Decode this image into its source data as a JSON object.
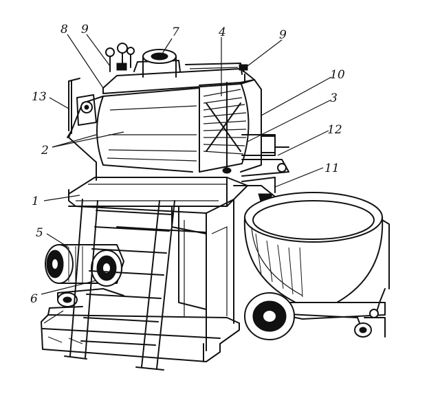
{
  "labels": [
    {
      "id": "1",
      "text": "1"
    },
    {
      "id": "2",
      "text": "2"
    },
    {
      "id": "3",
      "text": "3"
    },
    {
      "id": "4",
      "text": "4"
    },
    {
      "id": "5",
      "text": "5"
    },
    {
      "id": "6",
      "text": "6"
    },
    {
      "id": "7",
      "text": "7"
    },
    {
      "id": "8",
      "text": "8"
    },
    {
      "id": "9a",
      "text": "9"
    },
    {
      "id": "9b",
      "text": "9"
    },
    {
      "id": "10",
      "text": "10"
    },
    {
      "id": "11",
      "text": "11"
    },
    {
      "id": "12",
      "text": "12"
    },
    {
      "id": "13",
      "text": "13"
    }
  ]
}
